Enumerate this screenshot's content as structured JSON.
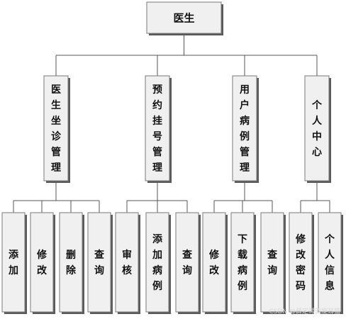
{
  "diagram": {
    "root": {
      "label": "医生"
    },
    "modules": [
      {
        "label": "医生坐诊管理",
        "children": [
          "添加",
          "修改",
          "删除",
          "查询"
        ]
      },
      {
        "label": "预约挂号管理",
        "children": [
          "审核",
          "添加病例",
          "查询"
        ]
      },
      {
        "label": "用户病例管理",
        "children": [
          "修改",
          "下载病例",
          "查询"
        ]
      },
      {
        "label": "个人中心",
        "children": [
          "修改密码",
          "个人信息"
        ]
      }
    ]
  },
  "watermark": "CSDN @薛定谔的旋耳猫",
  "colors": {
    "box_fill": "#f0f0f0",
    "box_border": "#7a7a7a",
    "box_shadow": "#5a5a5a",
    "connector": "#555555"
  }
}
